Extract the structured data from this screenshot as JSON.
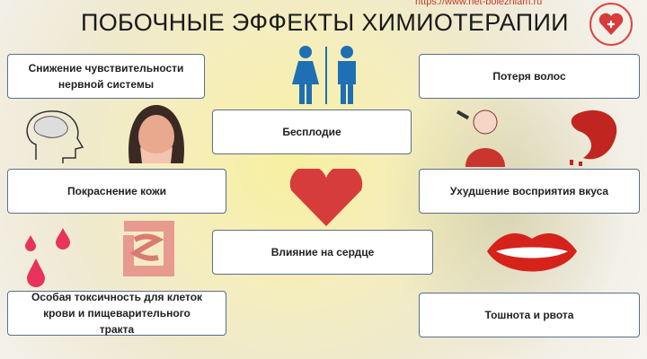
{
  "title": "ПОБОЧНЫЕ ЭФФЕКТЫ ХИМИОТЕРАПИИ",
  "url": "https://www.net-bolezniam.ru",
  "effects": {
    "nerve": "Снижение чувствительности нервной системы",
    "infertility": "Бесплодие",
    "hair": "Потеря волос",
    "skin": "Покраснение кожи",
    "taste": "Ухудшение восприятия вкуса",
    "heart": "Влияние на сердце",
    "toxicity": "Особая токсичность для клеток крови и пищеварительного тракта",
    "nausea": "Тошнота и рвота"
  },
  "colors": {
    "accent": "#d63c3c",
    "border": "#5a6f8a",
    "people": "#1f6fb5"
  }
}
